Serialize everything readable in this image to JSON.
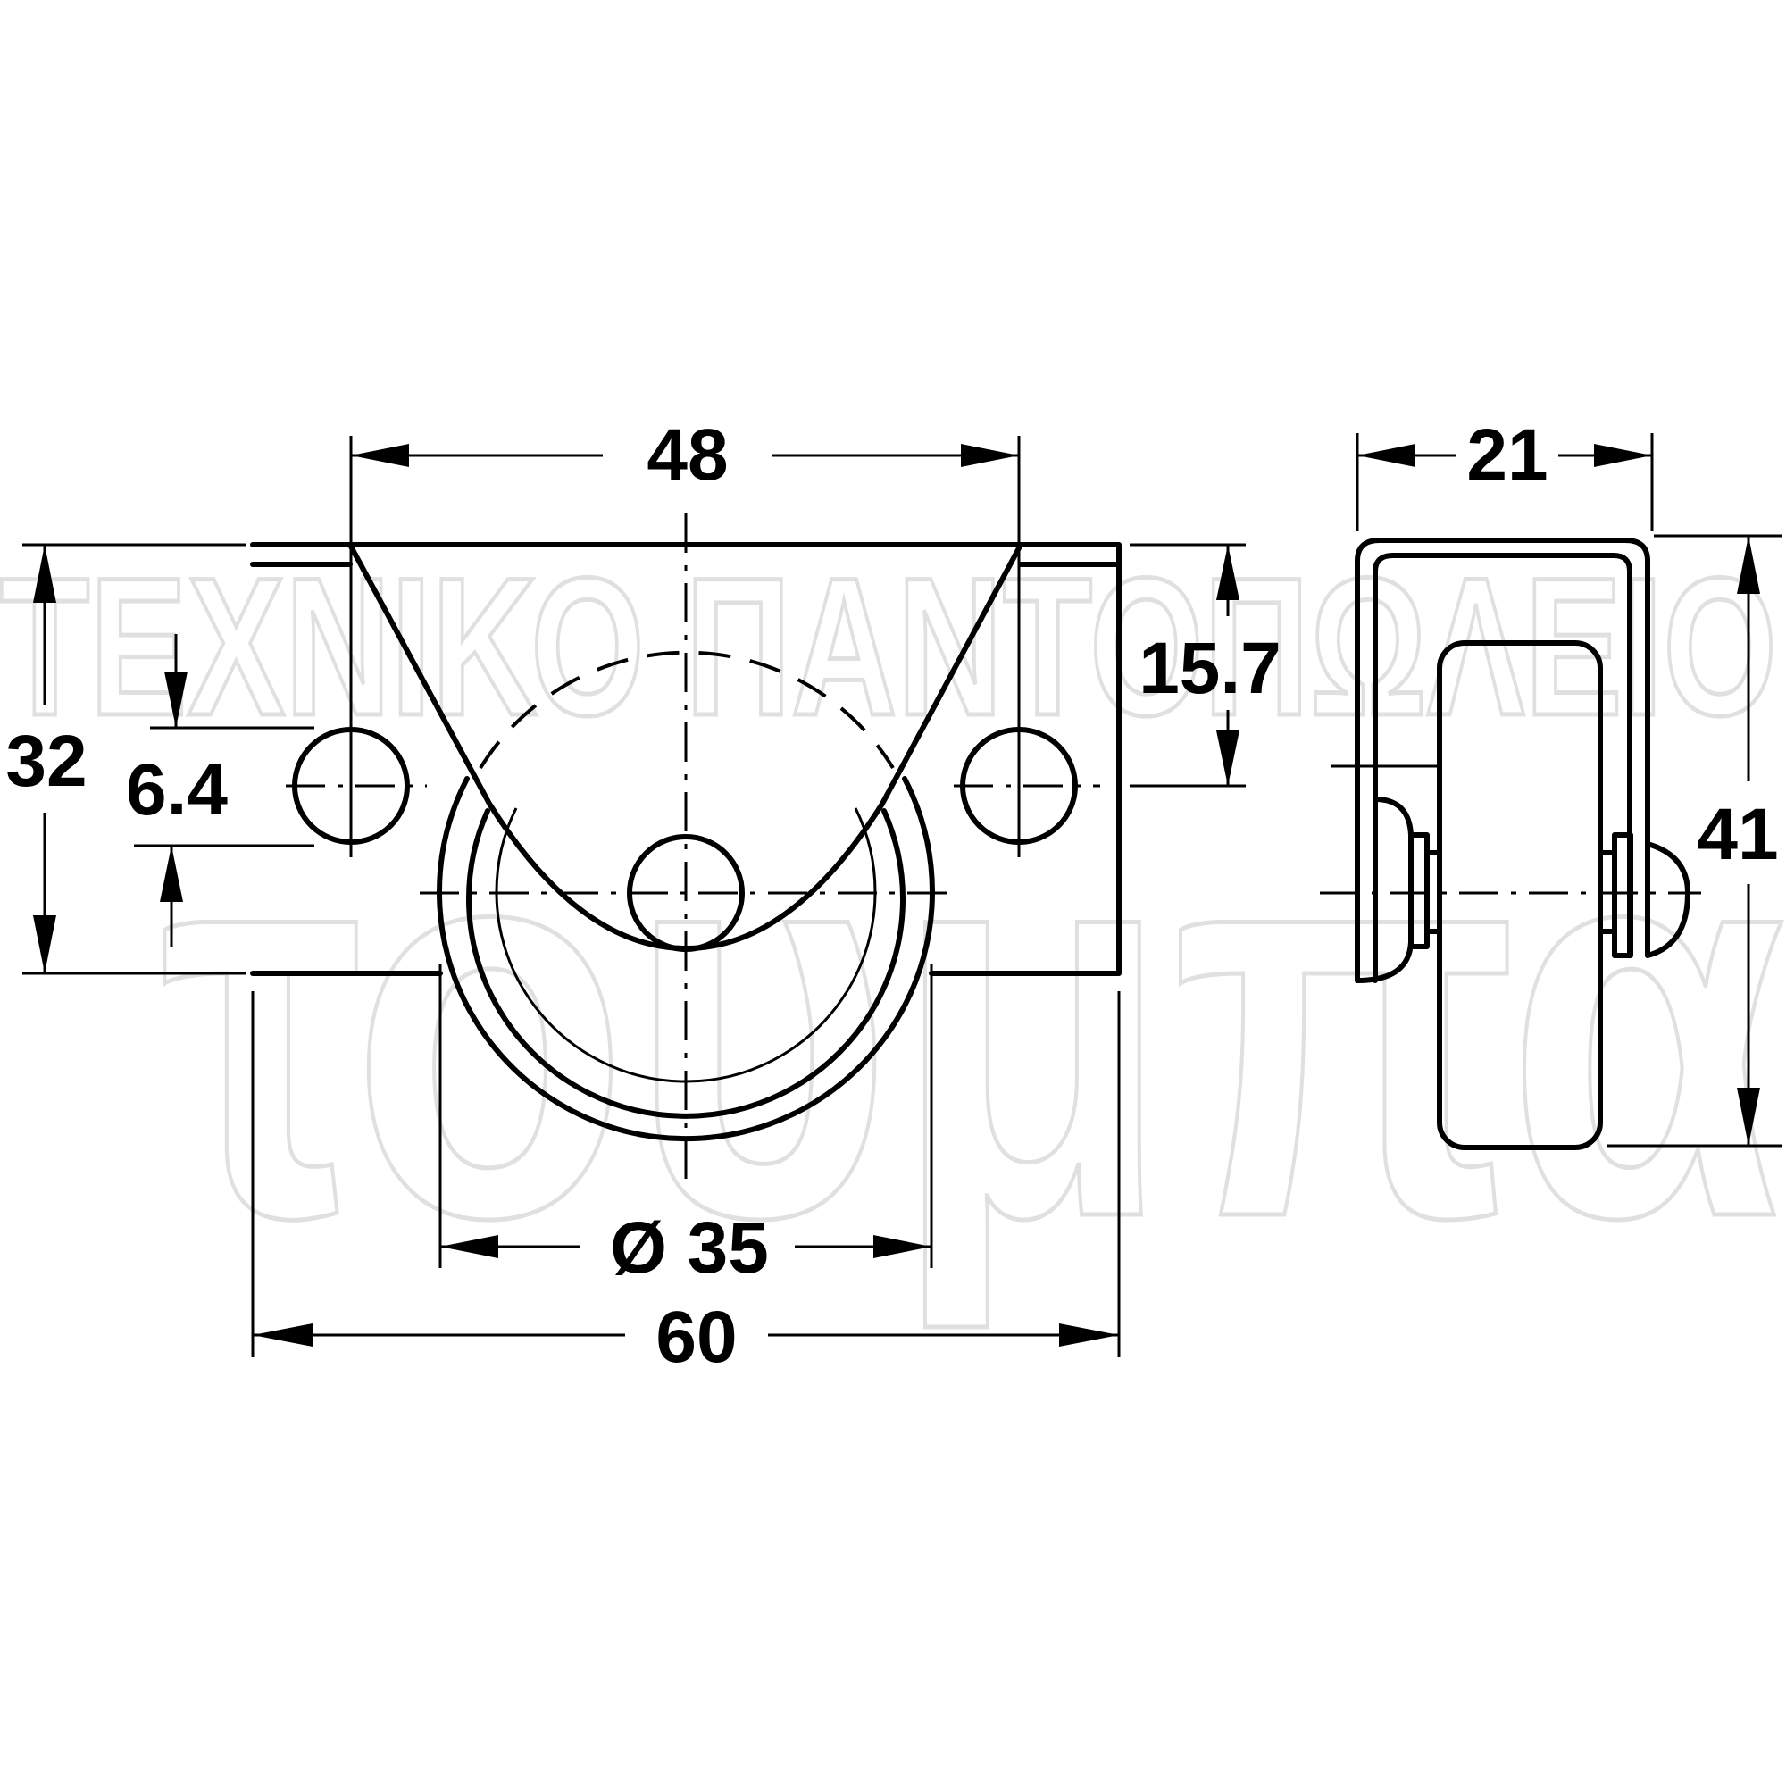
{
  "watermark": {
    "line1": "ΤΕΧΝΙΚΟ ΠΑΝΤΟΠΩΛΕΙΟ",
    "line2": "τουμπα"
  },
  "dimensions": {
    "width_overall": "60",
    "hole_spacing": "48",
    "wheel_diameter": "Ø 35",
    "plate_height": "32",
    "hole_diameter": "6.4",
    "hole_to_top": "15.7",
    "side_width": "21",
    "side_height": "41"
  },
  "colors": {
    "line": "#000000",
    "watermark": "#e0e0e0",
    "background": "#ffffff"
  }
}
